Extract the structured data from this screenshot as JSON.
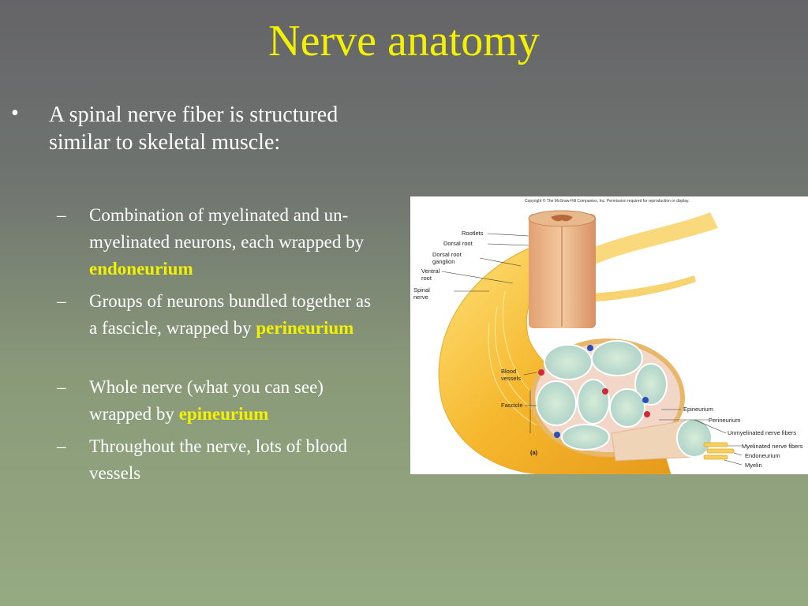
{
  "slide": {
    "title": "Nerve anatomy",
    "bullet": "A spinal nerve fiber is structured similar to skeletal muscle:",
    "subbullets": [
      {
        "pre": "Combination of myelinated and un-myelinated neurons, each wrapped by ",
        "highlight": "endoneurium"
      },
      {
        "pre": "Groups of neurons bundled together as a fascicle, wrapped by ",
        "highlight": "perineurium"
      },
      {
        "pre": "Whole nerve (what you can see) wrapped by ",
        "highlight": "epineurium"
      },
      {
        "pre": "Throughout the nerve, lots of blood vessels",
        "highlight": ""
      }
    ],
    "bullet_symbol": "•",
    "dash_symbol": "–"
  },
  "figure": {
    "copyright": "Copyright © The McGraw-Hill Companies, Inc. Permission required for reproduction or display.",
    "labels_left": [
      "Rootlets",
      "Dorsal root",
      "Dorsal root",
      "ganglion",
      "Ventral",
      "root",
      "Spinal",
      "nerve",
      "Blood",
      "vessels",
      "Fascicle"
    ],
    "labels_right": [
      "Epineurium",
      "Perineurium",
      "Unmyelinated nerve fibers",
      "Myelinated nerve fibers",
      "Endoneurium",
      "Myelin"
    ],
    "panel": "(a)"
  },
  "colors": {
    "title": "#f2f200",
    "highlight": "#f2f200",
    "text": "#ffffff"
  }
}
